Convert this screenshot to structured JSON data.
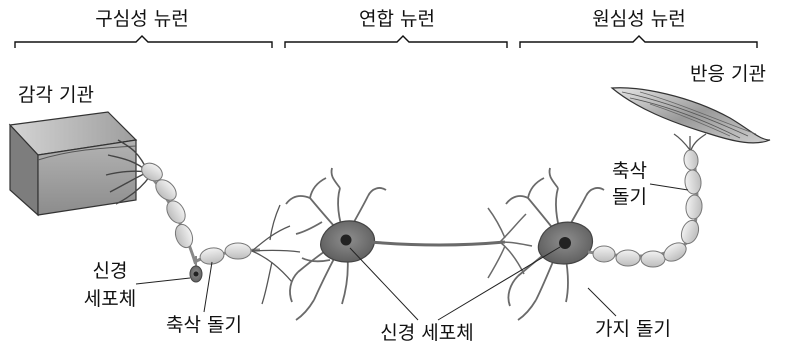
{
  "headers": {
    "sensory_neuron": "구심성 뉴런",
    "interneuron": "연합 뉴런",
    "motor_neuron": "원심성 뉴런"
  },
  "labels": {
    "sensory_organ": "감각 기관",
    "effector_organ": "반응 기관",
    "axon_right": [
      "축삭",
      "돌기"
    ],
    "cell_body_left": [
      "신경",
      "세포체"
    ],
    "axon_bottom": "축삭 돌기",
    "cell_body_bottom": "신경 세포체",
    "dendrite": "가지 돌기"
  }
}
